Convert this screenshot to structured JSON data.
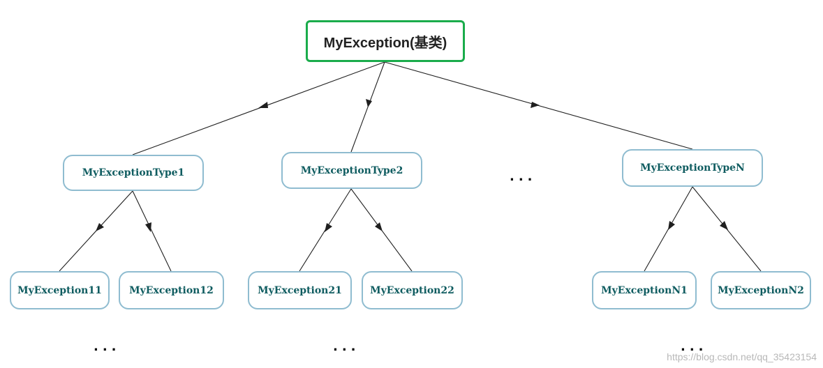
{
  "diagram": {
    "root": {
      "label": "MyException(基类)"
    },
    "types": [
      {
        "label": "MyExceptionType1",
        "children": [
          "MyException11",
          "MyException12"
        ]
      },
      {
        "label": "MyExceptionType2",
        "children": [
          "MyException21",
          "MyException22"
        ]
      },
      {
        "label": "MyExceptionTypeN",
        "children": [
          "MyExceptionN1",
          "MyExceptionN2"
        ]
      }
    ],
    "ellipsis_mid": "...",
    "ellipsis_bottom_1": "...",
    "ellipsis_bottom_2": "...",
    "ellipsis_bottom_3": "...",
    "colors": {
      "root_border": "#1aac4b",
      "node_border": "#8fbcd0",
      "node_text": "#0f5c60",
      "edge": "#1f1f1f"
    }
  },
  "watermark": "https://blog.csdn.net/qq_35423154"
}
